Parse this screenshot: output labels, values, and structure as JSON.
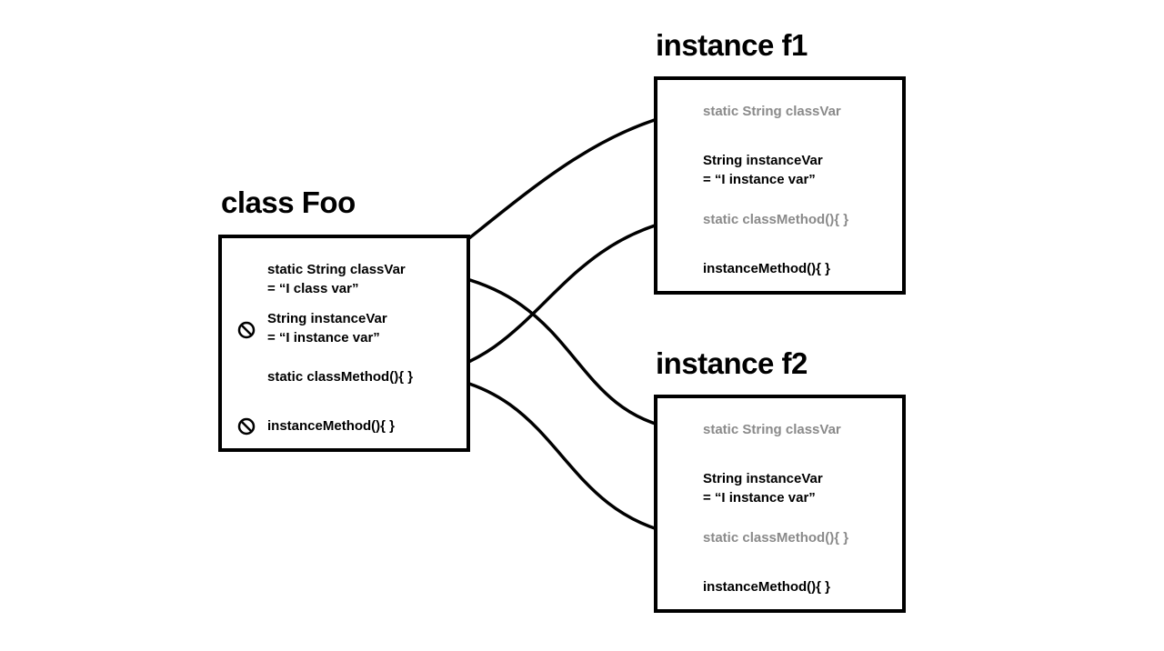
{
  "class_box": {
    "title": "class Foo",
    "items": [
      {
        "line1": "static String classVar",
        "line2": "= “I class var”",
        "blocked": false
      },
      {
        "line1": "String instanceVar",
        "line2": "= “I instance var”",
        "blocked": true
      },
      {
        "line1": "static classMethod(){    }",
        "line2": "",
        "blocked": false
      },
      {
        "line1": "instanceMethod(){    }",
        "line2": "",
        "blocked": true
      }
    ],
    "blocked_icon": "no-entry-icon"
  },
  "instance_f1": {
    "title": "instance f1",
    "items": [
      {
        "line1": "static String classVar",
        "line2": "",
        "muted": true
      },
      {
        "line1": "String instanceVar",
        "line2": "= “I instance var”",
        "muted": false
      },
      {
        "line1": "static classMethod(){    }",
        "line2": "",
        "muted": true
      },
      {
        "line1": "instanceMethod(){    }",
        "line2": "",
        "muted": false
      }
    ]
  },
  "instance_f2": {
    "title": "instance f2",
    "items": [
      {
        "line1": "static String classVar",
        "line2": "",
        "muted": true
      },
      {
        "line1": "String instanceVar",
        "line2": "= “I instance var”",
        "muted": false
      },
      {
        "line1": "static classMethod(){    }",
        "line2": "",
        "muted": true
      },
      {
        "line1": "instanceMethod(){    }",
        "line2": "",
        "muted": false
      }
    ]
  },
  "colors": {
    "ink": "#000000",
    "muted_text": "#8a8a8a",
    "background": "#ffffff"
  }
}
